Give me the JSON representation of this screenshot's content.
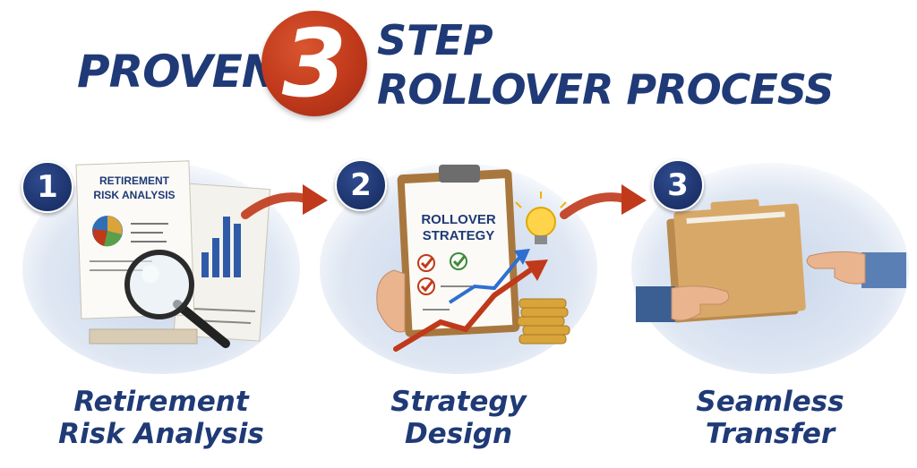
{
  "header": {
    "proven": "PROVEN",
    "number": "3",
    "line1": "STEP",
    "line2": "ROLLOVER PROCESS"
  },
  "steps": [
    {
      "number": "1",
      "doc_title_line1": "RETIREMENT",
      "doc_title_line2": "RISK ANALYSIS",
      "caption_line1": "Retirement",
      "caption_line2": "Risk Analysis"
    },
    {
      "number": "2",
      "doc_title_line1": "ROLLOVER",
      "doc_title_line2": "STRATEGY",
      "caption_line1": "Strategy",
      "caption_line2": "Design"
    },
    {
      "number": "3",
      "caption_line1": "Seamless",
      "caption_line2": "Transfer"
    }
  ],
  "colors": {
    "navy": "#1f3a76",
    "accent_red": "#c0391b",
    "badge": "#1c326a"
  }
}
